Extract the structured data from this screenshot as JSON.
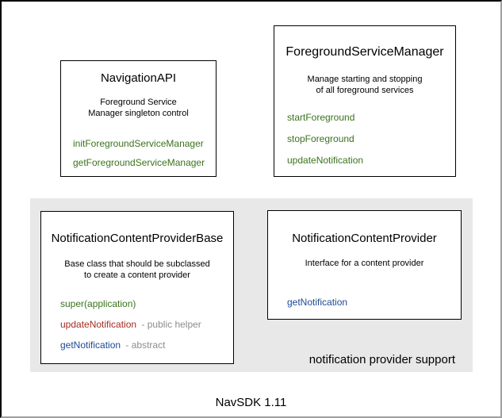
{
  "frame": {
    "caption": "NavSDK 1.11"
  },
  "boxes": {
    "navigation_api": {
      "title": "NavigationAPI",
      "description": [
        "Foreground Service",
        "Manager singleton control"
      ],
      "methods": [
        {
          "name": "initForegroundServiceManager"
        },
        {
          "name": "getForegroundServiceManager"
        }
      ]
    },
    "foreground_service_manager": {
      "title": "ForegroundServiceManager",
      "description": [
        "Manage starting and stopping",
        "of all foreground services"
      ],
      "methods": [
        {
          "name": "startForeground"
        },
        {
          "name": "stopForeground"
        },
        {
          "name": "updateNotification"
        }
      ]
    },
    "notification_content_provider_base": {
      "title": "NotificationContentProviderBase",
      "description": [
        "Base class that should be subclassed",
        "to create a content provider"
      ],
      "methods": [
        {
          "name": "super(application)"
        },
        {
          "name": "updateNotification",
          "note": "- public helper"
        },
        {
          "name": "getNotification",
          "note": "- abstract"
        }
      ]
    },
    "notification_content_provider": {
      "title": "NotificationContentProvider",
      "description": [
        "Interface for a content provider"
      ],
      "methods": [
        {
          "name": "getNotification"
        }
      ]
    }
  },
  "group": {
    "label": "notification provider support"
  },
  "colors": {
    "method_green": "#3a731c",
    "method_blue": "#1c4994",
    "method_red": "#a72922",
    "note_gray": "#8c8c8c",
    "group_background": "#e8e8e8",
    "box_border": "#000000"
  }
}
